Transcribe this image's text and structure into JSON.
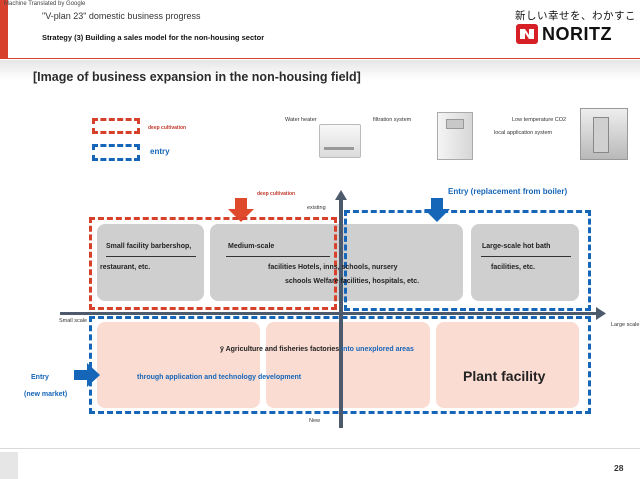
{
  "header": {
    "machine_translated": "Machine Translated by Google",
    "subtitle": "\"V-plan 23\" domestic business progress",
    "strategy": "Strategy (3) Building a sales model for the non-housing sector",
    "tagline": "新しい幸せを、わかすこと。",
    "logo_text": "NORITZ"
  },
  "main_title": "[Image of business expansion in the non-housing field]",
  "legend": {
    "red_label": "deep cultivation",
    "blue_label": "entry"
  },
  "products": {
    "water_heater": "Water heater",
    "filtration": "filtration system",
    "co2_line1": "Low temperature CO2",
    "co2_line2": "local application system"
  },
  "matrix": {
    "deep_cultivation": "deep cultivation",
    "entry_replacement": "Entry (replacement from boiler)",
    "existing": "existing",
    "new": "New",
    "small_scale": "Small scale",
    "large_scale": "Large scale",
    "entry_new_1": "Entry",
    "entry_new_2": "(new market)",
    "small_facility_1": "Small facility barbershop,",
    "small_facility_2": "restaurant, etc.",
    "medium_scale": "Medium-scale",
    "facilities_line1": "facilities Hotels, inns, schools, nursery",
    "facilities_line2": "schools Welfare facilities, hospitals, etc.",
    "large_hot_bath": "Large-scale hot bath",
    "large_facilities": "facilities, etc.",
    "agri_prefix": "ÿ Agriculture and fisheries factories",
    "agri_suffix": "into unexplored areas",
    "through_app": "through application and technology development",
    "plant_facility": "Plant facility"
  },
  "colors": {
    "red": "#d7402a",
    "blue": "#1565b8",
    "axis": "#4c5a6c",
    "card": "#cfcfcf",
    "pink": "#fbdcd3"
  },
  "page_number": "28"
}
